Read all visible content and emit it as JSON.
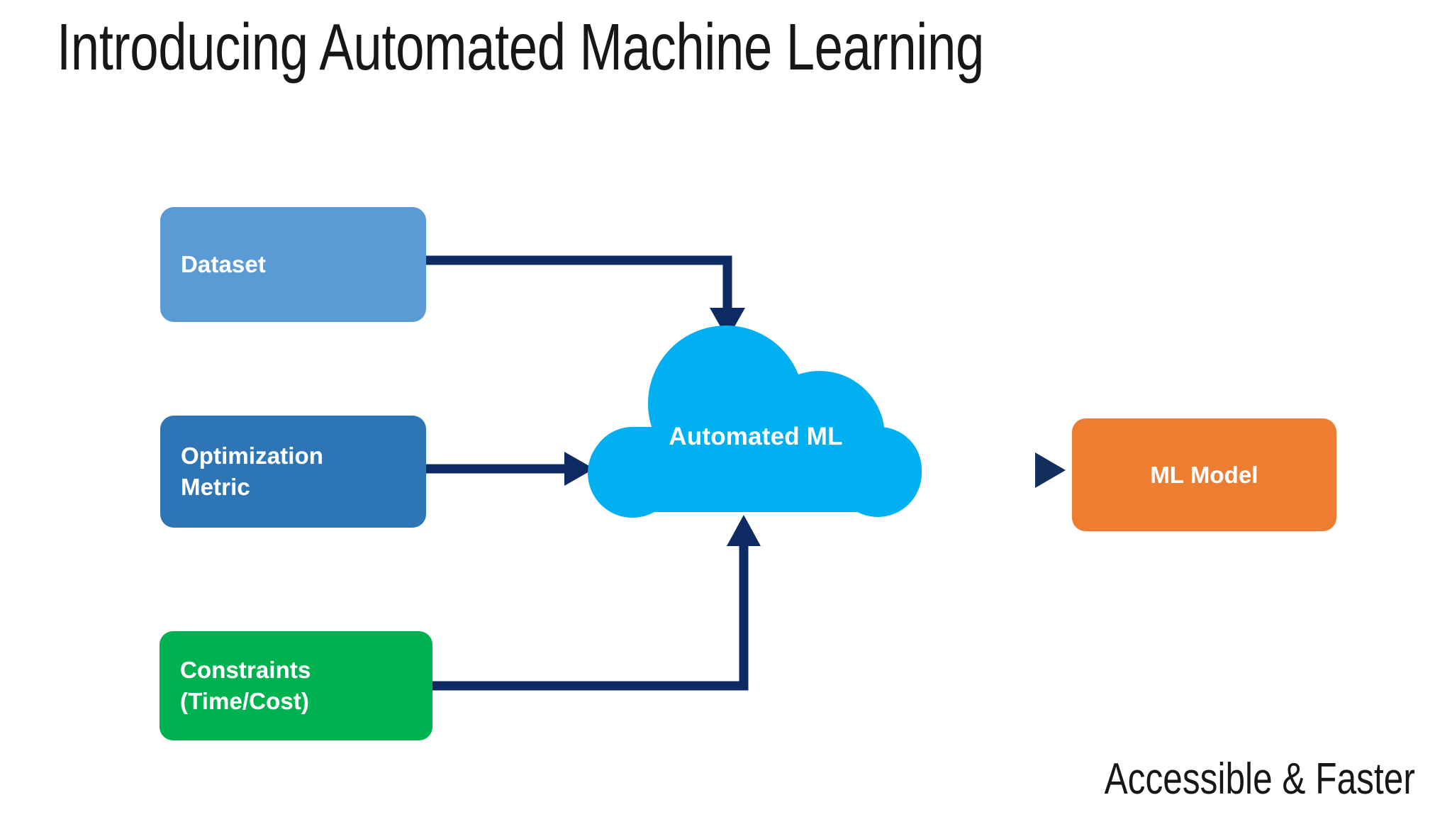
{
  "slide": {
    "title": "Introducing Automated Machine Learning",
    "caption": "Accessible & Faster",
    "background_color": "#FFFFFF",
    "title_color": "#171717"
  },
  "diagram": {
    "type": "flow",
    "arrow_color": "#0E2A63",
    "nodes": [
      {
        "id": "dataset",
        "label": "Dataset",
        "shape": "rounded-rectangle",
        "fill": "#5B9BD5",
        "text_color": "#FFFFFF",
        "role": "input"
      },
      {
        "id": "optimization-metric",
        "label": "Optimization\nMetric",
        "shape": "rounded-rectangle",
        "fill": "#2E75B6",
        "text_color": "#FFFFFF",
        "role": "input"
      },
      {
        "id": "constraints",
        "label": "Constraints\n(Time/Cost)",
        "shape": "rounded-rectangle",
        "fill": "#00B14F",
        "text_color": "#FFFFFF",
        "role": "input"
      },
      {
        "id": "automated-ml",
        "label": "Automated ML",
        "shape": "cloud",
        "fill": "#00B0F0",
        "text_color": "#FFFFFF",
        "role": "process"
      },
      {
        "id": "ml-model",
        "label": "ML Model",
        "shape": "rounded-rectangle",
        "fill": "#ED7D31",
        "text_color": "#FFFFFF",
        "role": "output"
      }
    ],
    "edges": [
      {
        "from": "dataset",
        "to": "automated-ml",
        "style": "elbow-down",
        "arrowhead": "down"
      },
      {
        "from": "optimization-metric",
        "to": "automated-ml",
        "style": "straight",
        "arrowhead": "right"
      },
      {
        "from": "constraints",
        "to": "automated-ml",
        "style": "elbow-up",
        "arrowhead": "up"
      },
      {
        "from": "automated-ml",
        "to": "ml-model",
        "style": "straight",
        "arrowhead": "right"
      }
    ]
  }
}
